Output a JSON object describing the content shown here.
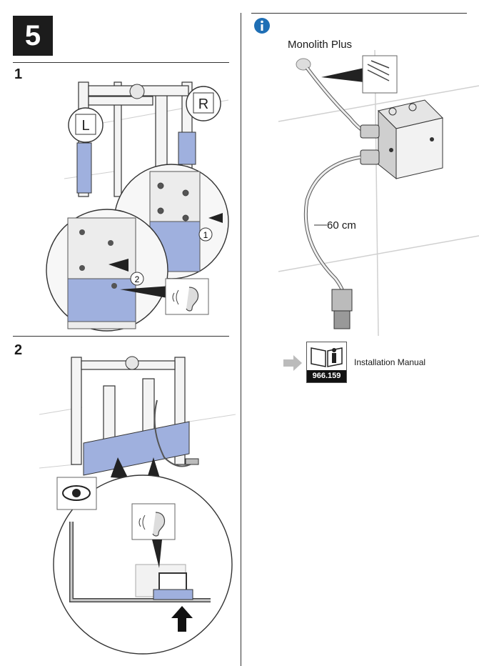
{
  "step": {
    "number": "5"
  },
  "sub_steps": [
    "1",
    "2"
  ],
  "panel1": {
    "markers": {
      "left": "L",
      "right": "R"
    },
    "callouts": [
      "1",
      "2"
    ]
  },
  "info": {
    "product": "Monolith Plus",
    "cable_length": "60 cm",
    "manual_label": "Installation Manual",
    "manual_code": "966.159"
  },
  "icons": [
    "info-icon",
    "eye-icon",
    "ear-icon",
    "book-icon",
    "arrow-right-icon",
    "arrow-up-icon"
  ]
}
